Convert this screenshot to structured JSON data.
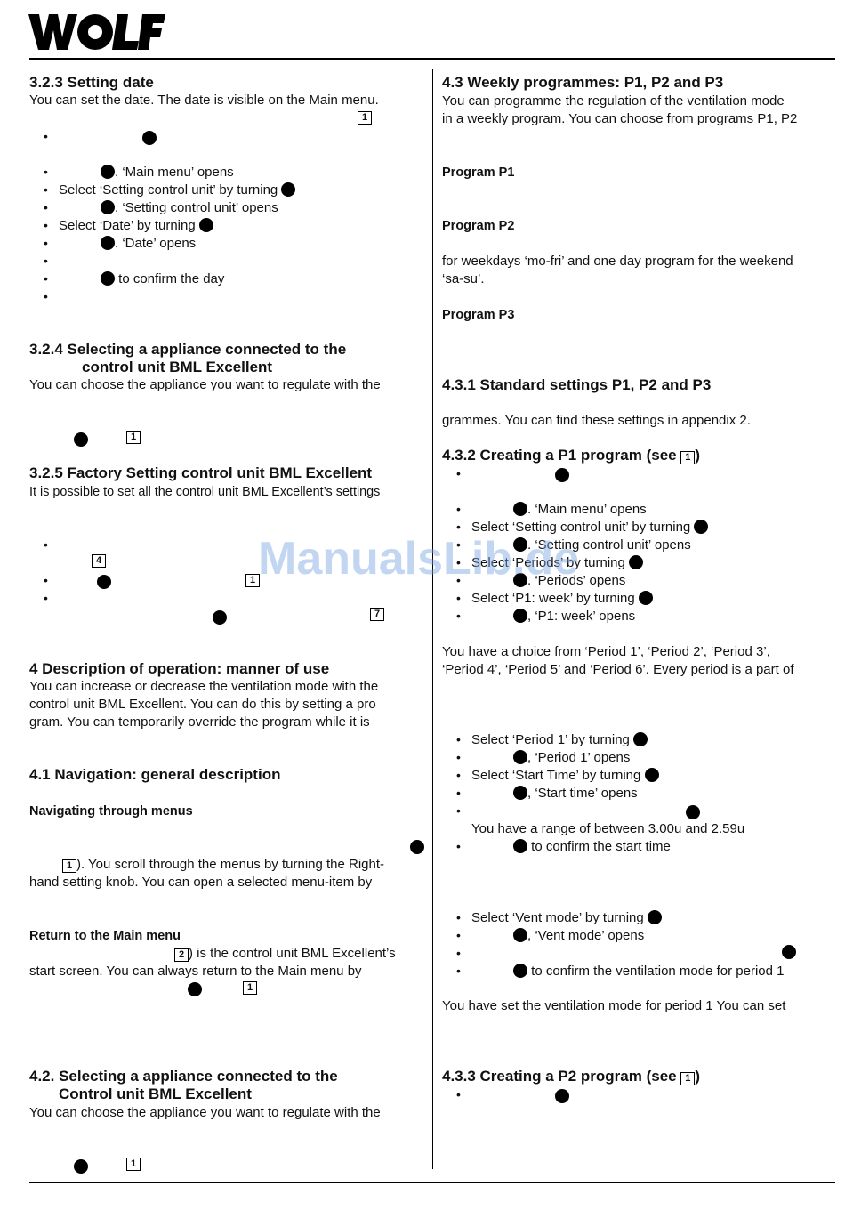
{
  "logo": {
    "text": "WOLF"
  },
  "watermark": "ManualsLib.de",
  "left": {
    "s323_title": "3.2.3    Setting date",
    "s323_p1": "You can set the date. The date is visible on the Main menu.",
    "s323_b1": ". ‘Main menu’ opens",
    "s323_b2": "Select ‘Setting control unit’ by turning",
    "s323_b3": ". ‘Setting control unit’ opens",
    "s323_b4": "Select ‘Date’ by turning",
    "s323_b5": ". ‘Date’ opens",
    "s323_b6": " to confirm the day",
    "s324_title_1": "3.2.4    Selecting a appliance connected to the",
    "s324_title_2": "control unit BML Excellent",
    "s324_p1": "You can choose the appliance you want to regulate with the",
    "s325_title": "3.2.5    Factory Setting control unit BML Excellent",
    "s325_p1": "It is possible to set all the control unit BML Excellent’s settings",
    "s4_title": "4    Description of operation: manner of use",
    "s4_p1": "You can increase or decrease the ventilation mode with the",
    "s4_p2": "control unit BML Excellent. You can do this by setting a pro",
    "s4_p3": "gram. You can temporarily override the program while it is",
    "s41_title": "4.1 Navigation: general description",
    "s41_sub": "Navigating through menus",
    "s41_p1": "). You scroll through the menus by turning the Right-",
    "s41_p2": "hand setting knob. You can open a selected menu-item by",
    "s41_sub2": "Return to the Main menu",
    "s41_p3": ") is the control unit BML Excellent’s",
    "s41_p4": "start screen. You can always return to the Main menu by",
    "s42_title_1": "4.2.  Selecting a appliance connected to the",
    "s42_title_2": "Control unit BML Excellent",
    "s42_p1": "You can choose the appliance you want to regulate with the"
  },
  "right": {
    "s43_title": "4.3  Weekly programmes: P1, P2 and P3",
    "s43_p1": "You can programme the regulation of the ventilation mode",
    "s43_p2": "in a weekly program. You can choose from programs P1, P2",
    "p1_label": "Program P1",
    "p2_label": "Program P2",
    "p2_p1": "for weekdays ‘mo-fri’ and one day program for the weekend",
    "p2_p2": "‘sa-su’.",
    "p3_label": "Program P3",
    "s431_title": "4.3.1    Standard settings P1, P2 and P3",
    "s431_p1": "grammes. You can find these settings in appendix  2.",
    "s432_title": "4.3.2    Creating a P1 program (see",
    "s432_b1": ". ‘Main menu’ opens",
    "s432_b2": "Select ‘Setting control unit’ by turning",
    "s432_b3": ". ‘Setting control unit’ opens",
    "s432_b4": "Select ‘Periods’ by turning",
    "s432_b5": ". ‘Periods’ opens",
    "s432_b6": "Select ‘P1: week’ by turning",
    "s432_b7": ", ‘P1: week’ opens",
    "s432_p1": "You have a choice from ‘Period 1’, ‘Period 2’, ‘Period 3’,",
    "s432_p2": "‘Period 4’, ‘Period 5’ and ‘Period 6’. Every period is a part of",
    "s432_c1": "Select ‘Period 1’ by turning",
    "s432_c2": ", ‘Period 1’ opens",
    "s432_c3": "Select ‘Start Time’ by turning",
    "s432_c4": ", ‘Start time’ opens",
    "s432_c5": "You have a range of between 3.00u and 2.59u",
    "s432_c6": " to confirm the start time",
    "s432_d1": "Select ‘Vent mode’ by turning",
    "s432_d2": ", ‘Vent mode’ opens",
    "s432_d3": " to confirm the ventilation mode for period 1",
    "s432_p3": "You have set the ventilation mode for period 1 You can set",
    "s433_title": "4.3.3 Creating a P2 program (see"
  },
  "keys": {
    "k1": "1",
    "k2": "2",
    "k4": "4",
    "k7": "7"
  }
}
